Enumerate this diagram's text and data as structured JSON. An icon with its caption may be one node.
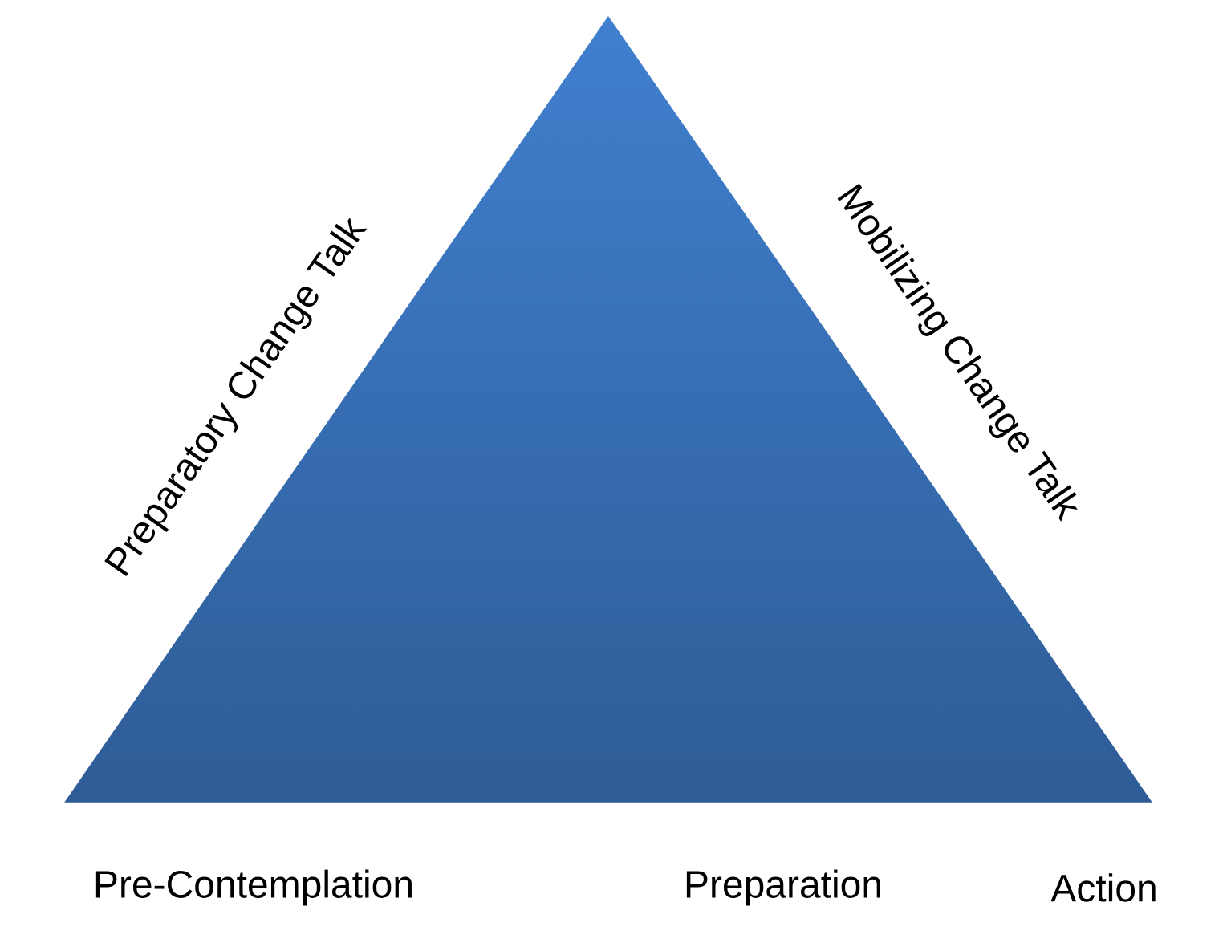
{
  "diagram": {
    "labels": [
      "Preparatory Change Talk",
      "Mobilizing Change Talk",
      "Pre-Contemplation",
      "Preparation",
      "Action"
    ]
  }
}
